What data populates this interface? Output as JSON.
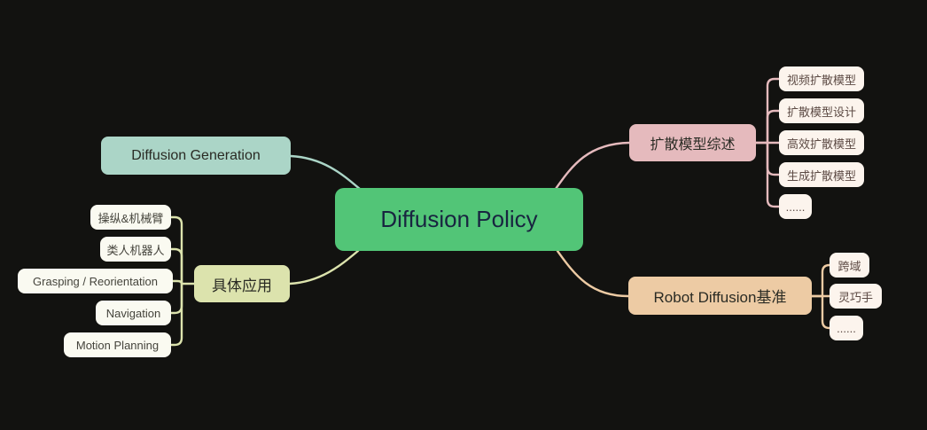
{
  "colors": {
    "bg": "#121210",
    "rootFill": "#52c577",
    "rootText": "#182440",
    "tealFill": "#abd5c7",
    "yellowFill": "#dce3ad",
    "pinkFill": "#e5babd",
    "tanFill": "#edcba4",
    "branchText": "#2a2b24",
    "childFillLeft": "#fafaf1",
    "childFillRight": "#fcf4ed",
    "childTextLeft": "#45443c",
    "childTextRight": "#5c4a44"
  },
  "root": {
    "label": "Diffusion Policy"
  },
  "branches": {
    "generation": {
      "label": "Diffusion Generation"
    },
    "survey": {
      "label": "扩散模型综述",
      "children": [
        "视频扩散模型",
        "扩散模型设计",
        "高效扩散模型",
        "生成扩散模型",
        "......"
      ]
    },
    "applications": {
      "label": "具体应用",
      "children": [
        "操纵&机械臂",
        "类人机器人",
        "Grasping / Reorientation",
        "Navigation",
        "Motion Planning"
      ]
    },
    "benchmark": {
      "label": "Robot Diffusion基准",
      "children": [
        "跨域",
        "灵巧手",
        "......"
      ]
    }
  }
}
